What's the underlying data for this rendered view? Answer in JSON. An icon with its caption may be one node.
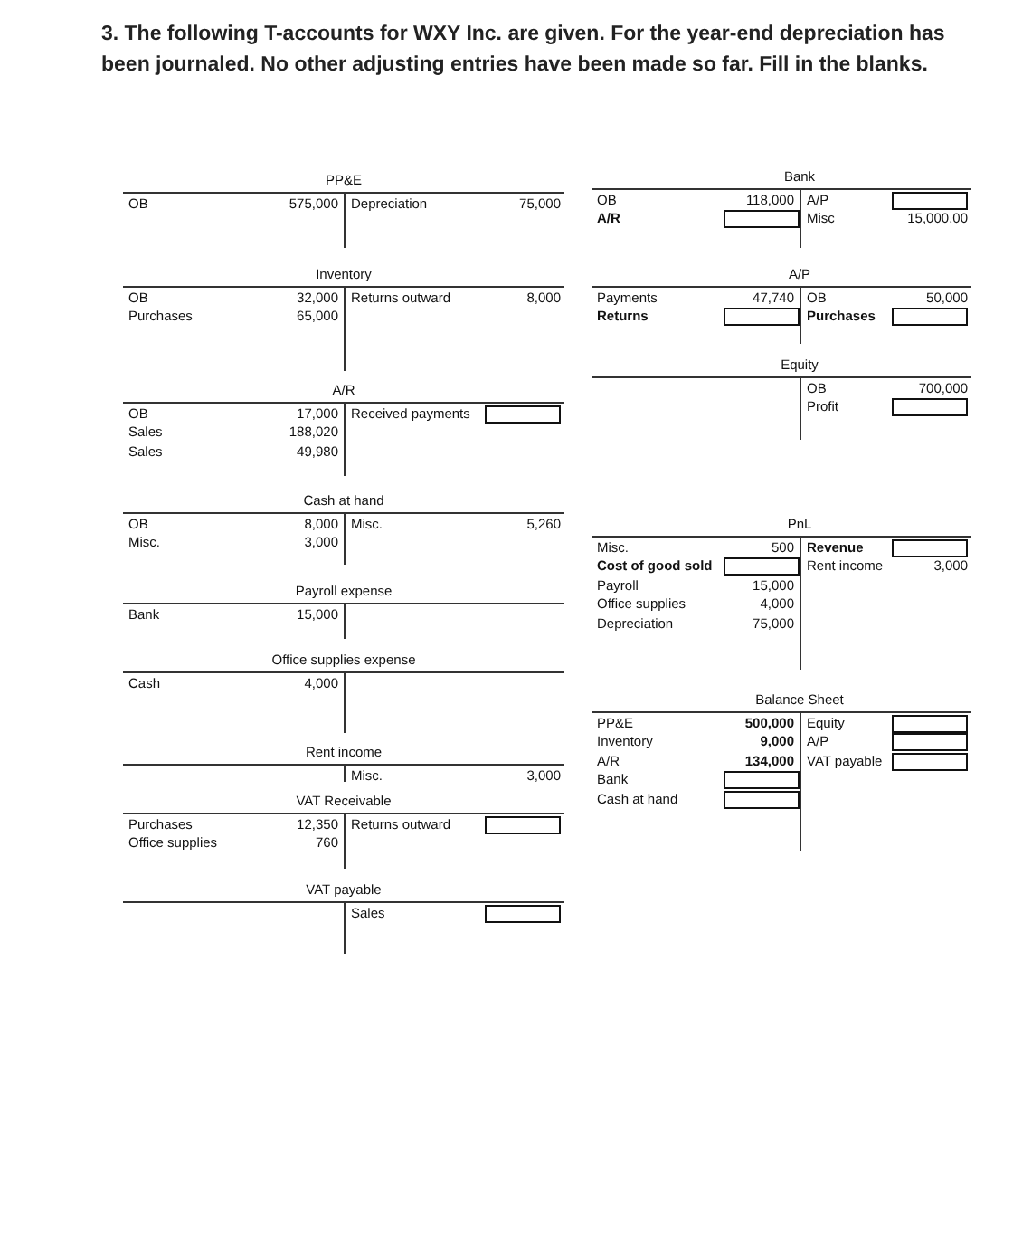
{
  "diagram": {
    "title": "3. The following T-accounts for WXY Inc. are given. For the year-end depreciation has been journaled. No other adjusting entries have been made so far. Fill in the blanks.",
    "nodes": [
      {
        "text": [
          "PP&E",
          "OB",
          "575,000",
          "Depreciation",
          "75,000"
        ]
      },
      {
        "text": [
          "Bank",
          "OB",
          "118,000",
          "A/P",
          "A/R",
          "Misc",
          "15,000.00"
        ]
      },
      {
        "text": [
          "Inventory",
          "OB",
          "32,000",
          "Returns outward",
          "8,000",
          "Purchases",
          "65,000"
        ]
      },
      {
        "text": [
          "A/P",
          "Payments",
          "47,740",
          "OB",
          "50,000",
          "Returns",
          "Purchases"
        ]
      },
      {
        "text": [
          "Equity",
          "OB",
          "700,000",
          "Profit"
        ]
      },
      {
        "text": [
          "A/R",
          "OB",
          "17,000",
          "Received payments",
          "Sales",
          "188,020",
          "Sales",
          "49,980"
        ]
      },
      {
        "text": [
          "Cash at hand",
          "OB",
          "8,000",
          "Misc.",
          "5,260",
          "Misc.",
          "3,000"
        ]
      },
      {
        "text": [
          "PnL",
          "Misc.",
          "500",
          "Revenue",
          "Cost of good sold",
          "Rent income",
          "3,000",
          "Payroll",
          "15,000",
          "Office supplies",
          "4,000",
          "Depreciation",
          "75,000"
        ]
      },
      {
        "text": [
          "Payroll expense",
          "Bank",
          "15,000"
        ]
      },
      {
        "text": [
          "Office supplies expense",
          "Cash",
          "4,000"
        ]
      },
      {
        "text": [
          "Balance Sheet",
          "PP&E",
          "500,000",
          "Equity",
          "Inventory",
          "9,000",
          "A/P",
          "A/R",
          "134,000",
          "VAT payable",
          "Bank",
          "Cash at hand"
        ]
      },
      {
        "text": [
          "Rent income",
          "Misc.",
          "3,000"
        ]
      },
      {
        "text": [
          "VAT Receivable",
          "Purchases",
          "12,350",
          "Returns outward",
          "Office supplies",
          "760"
        ]
      },
      {
        "text": [
          "VAT payable",
          "Sales"
        ]
      }
    ]
  }
}
